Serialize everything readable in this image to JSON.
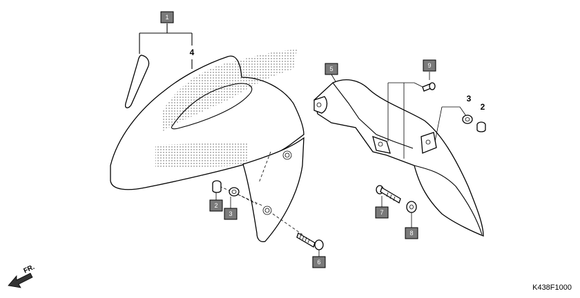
{
  "callouts": {
    "c1": "1",
    "c2": "2",
    "c3": "3",
    "c5": "5",
    "c6": "6",
    "c7": "7",
    "c8": "8",
    "c9": "9"
  },
  "labels": {
    "n4": "4",
    "n3": "3",
    "n2": "2"
  },
  "front_arrow": {
    "text": "FR.",
    "icon": "arrow-icon"
  },
  "drawing_code": "K438F1000",
  "colors": {
    "callout_fill": "#7a7a7a",
    "stroke": "#000000",
    "background": "#ffffff"
  }
}
